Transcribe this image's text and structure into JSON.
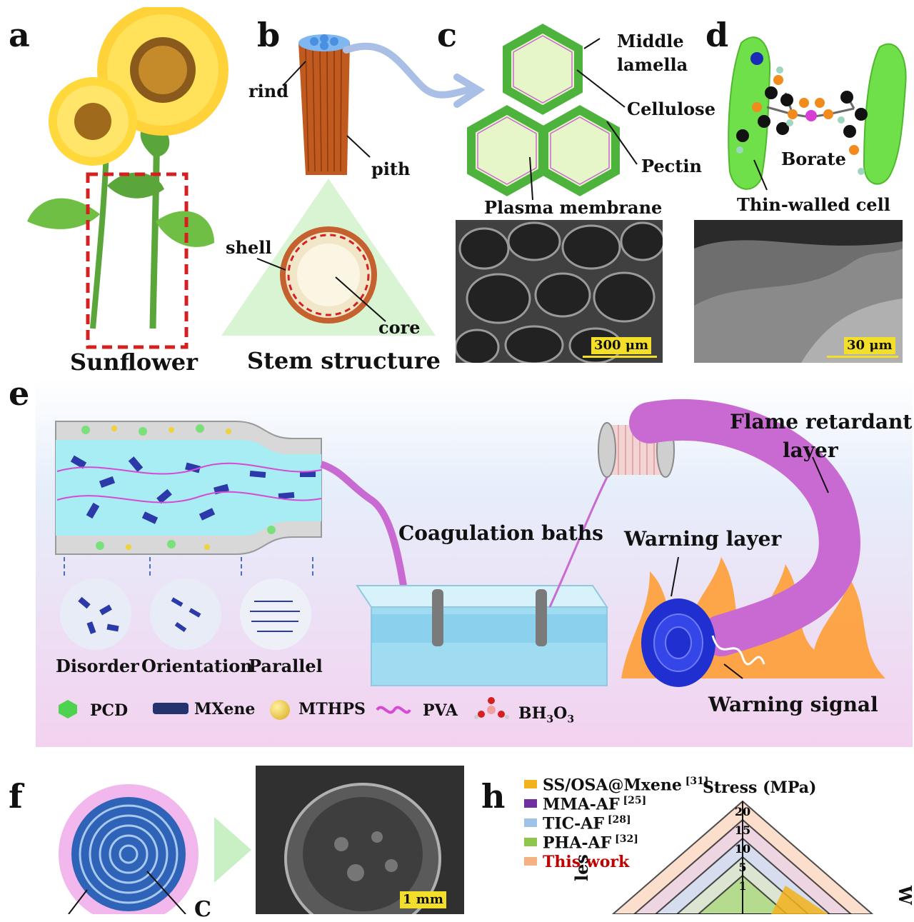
{
  "panels": {
    "a": {
      "letter": "a",
      "caption": "Sunflower"
    },
    "b": {
      "letter": "b",
      "caption": "Stem structure",
      "labels": {
        "rind": "rind",
        "pith": "pith",
        "shell": "shell",
        "core": "core"
      }
    },
    "c": {
      "letter": "c",
      "labels": {
        "middle": "Middle",
        "lamella": "lamella",
        "cellulose": "Cellulose",
        "pectin": "Pectin",
        "plasma_membrane": "Plasma membrane"
      },
      "scale_bar": "300 μm"
    },
    "d": {
      "letter": "d",
      "labels": {
        "borate": "Borate",
        "thin_walled_cell": "Thin-walled cell"
      },
      "scale_bar": "30 μm"
    },
    "e": {
      "letter": "e",
      "labels": {
        "flame_retardant_1": "Flame retardant",
        "flame_retardant_2": "layer",
        "coagulation": "Coagulation baths",
        "warning_layer": "Warning layer",
        "warning_signal": "Warning signal",
        "disorder": "Disorder",
        "orientation": "Orientation",
        "parallel": "Parallel"
      },
      "legend": {
        "pcd": "PCD",
        "mxene": "MXene",
        "mthps": "MTHPS",
        "pva": "PVA",
        "bh3o3_main": "BH",
        "bh3o3_sub1": "3",
        "bh3o3_o": "O",
        "bh3o3_sub2": "3"
      }
    },
    "f": {
      "letter": "f",
      "cross_label_fragment": "C",
      "scale_bar": "1 mm"
    },
    "h": {
      "letter": "h",
      "axis_top": "Stress (MPa)",
      "axis_left_fragment": "les",
      "axis_right_fragment": "W",
      "ticks": [
        "20",
        "15",
        "10",
        "5",
        "1"
      ],
      "legend": [
        {
          "name": "SS/OSA@Mxene",
          "ref": "[31]",
          "color": "#f2b21b"
        },
        {
          "name": "MMA-AF",
          "ref": "[25]",
          "color": "#7030a0"
        },
        {
          "name": "TIC-AF",
          "ref": "[28]",
          "color": "#9dc3e6"
        },
        {
          "name": "PHA-AF",
          "ref": "[32]",
          "color": "#8fc74a"
        },
        {
          "name": "This work",
          "ref": "",
          "color": "#f4b183"
        }
      ]
    }
  },
  "colors": {
    "this_work_text": "#c00000",
    "dashed_box": "#d62020",
    "fiber_magenta": "#c96ad2",
    "mxene_blue": "#2b3aa8",
    "panel_e_bg_top": "#e4ecf9",
    "panel_e_bg_bottom": "#f4c8ee"
  }
}
